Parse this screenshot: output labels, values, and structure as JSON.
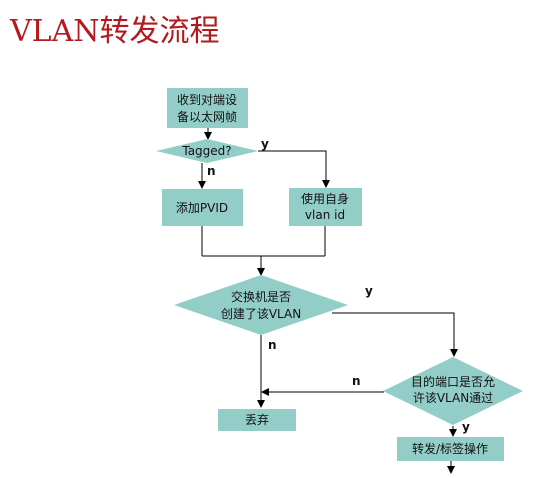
{
  "title": "VLAN转发流程",
  "colors": {
    "node_fill": "#93cdc8",
    "line": "#000000",
    "title": "#b3191e"
  },
  "nodes": {
    "receive": {
      "line1": "收到对端设",
      "line2": "备以太网帧"
    },
    "tagged": {
      "label": "Tagged?"
    },
    "add_pvid": {
      "label": "添加PVID"
    },
    "use_vlan": {
      "line1": "使用自身",
      "line2": "vlan id"
    },
    "vlan_created": {
      "line1": "交换机是否",
      "line2": "创建了该VLAN"
    },
    "port_allowed": {
      "line1": "目的端口是否允",
      "line2": "许该VLAN通过"
    },
    "discard": {
      "label": "丢弃"
    },
    "forward": {
      "label": "转发/标签操作"
    }
  },
  "edges": {
    "tagged_yes": "y",
    "tagged_no": "n",
    "created_yes": "y",
    "created_no": "n",
    "allowed_no": "n",
    "allowed_yes": "y"
  }
}
